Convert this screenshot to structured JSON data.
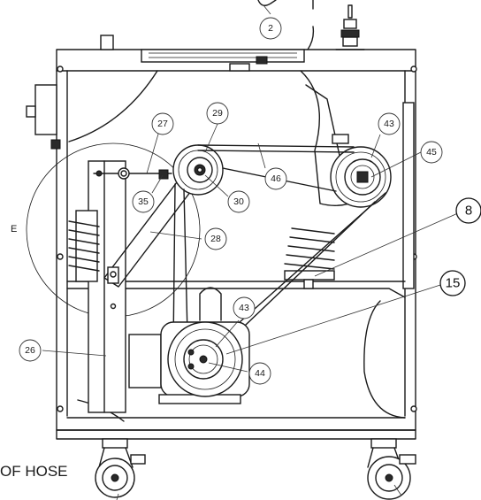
{
  "callouts": {
    "c2": "2",
    "c27": "27",
    "c29": "29",
    "c43a": "43",
    "c45": "45",
    "c46": "46",
    "c35": "35",
    "c30": "30",
    "c28": "28",
    "c8": "8",
    "c15": "15",
    "c43b": "43",
    "c26": "26",
    "c44": "44"
  },
  "detail_label": "E",
  "note_text": "OF HOSE"
}
